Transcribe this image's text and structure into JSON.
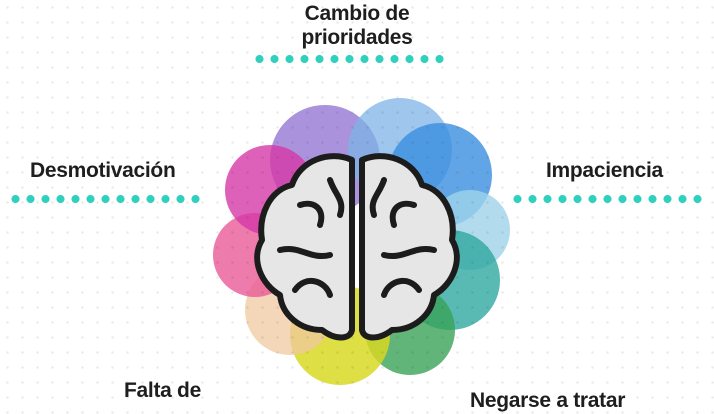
{
  "labels": {
    "top": [
      "Cambio de",
      "prioridades"
    ],
    "left": "Desmotivación",
    "right": "Impaciencia",
    "bottom_left": "Falta de",
    "bottom_right": "Negarse a tratar"
  },
  "colors": {
    "connector": "#2fd0bd",
    "text": "#1e1e1e",
    "petals": [
      "#4a8fdc",
      "#3aa6df",
      "#8cc8e8",
      "#2fa7a0",
      "#3aa356",
      "#d8d825",
      "#f0c9a0",
      "#e85a97",
      "#d438a8",
      "#8d6fd0"
    ]
  },
  "icon": "brain-icon"
}
